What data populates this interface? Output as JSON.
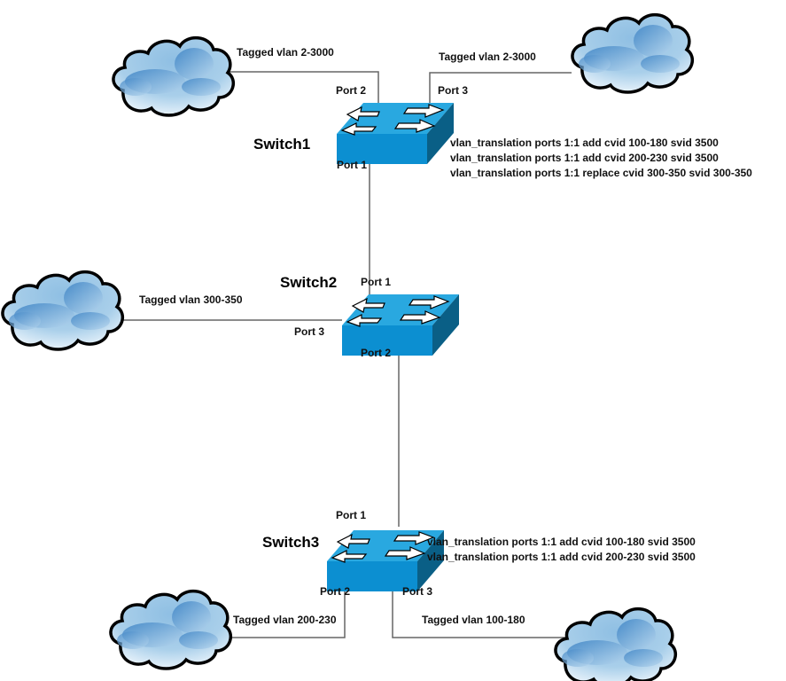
{
  "diagram": {
    "switches": [
      {
        "id": "switch1",
        "name": "Switch1",
        "ports": {
          "p1": "Port 1",
          "p2": "Port 2",
          "p3": "Port 3"
        },
        "config": [
          "vlan_translation ports 1:1 add cvid 100-180 svid 3500",
          "vlan_translation ports 1:1 add cvid 200-230 svid 3500",
          "vlan_translation ports 1:1 replace cvid 300-350 svid 300-350"
        ]
      },
      {
        "id": "switch2",
        "name": "Switch2",
        "ports": {
          "p1": "Port 1",
          "p2": "Port 2",
          "p3": "Port 3"
        },
        "config": []
      },
      {
        "id": "switch3",
        "name": "Switch3",
        "ports": {
          "p1": "Port 1",
          "p2": "Port 2",
          "p3": "Port 3"
        },
        "config": [
          "vlan_translation ports 1:1 add cvid 100-180 svid 3500",
          "vlan_translation ports 1:1 add cvid 200-230 svid 3500"
        ]
      }
    ],
    "links": [
      {
        "from": "cloud-top-left",
        "to": "Switch1 Port 2",
        "label": "Tagged vlan 2-3000"
      },
      {
        "from": "cloud-top-right",
        "to": "Switch1 Port 3",
        "label": "Tagged vlan 2-3000"
      },
      {
        "from": "Switch1 Port 1",
        "to": "Switch2 Port 1",
        "label": ""
      },
      {
        "from": "cloud-middle-left",
        "to": "Switch2 Port 3",
        "label": "Tagged vlan 300-350"
      },
      {
        "from": "Switch2 Port 2",
        "to": "Switch3 Port 1",
        "label": ""
      },
      {
        "from": "cloud-bottom-left",
        "to": "Switch3 Port 2",
        "label": "Tagged vlan 200-230"
      },
      {
        "from": "cloud-bottom-right",
        "to": "Switch3 Port 3",
        "label": "Tagged vlan 100-180"
      }
    ],
    "clouds": [
      "cloud-top-left",
      "cloud-top-right",
      "cloud-middle-left",
      "cloud-bottom-left",
      "cloud-bottom-right"
    ],
    "colors": {
      "switch_top": "#29a8e0",
      "switch_front": "#0c8fd1",
      "switch_side": "#0a5f86",
      "link": "#666666",
      "cloud_outline": "#000000"
    }
  }
}
